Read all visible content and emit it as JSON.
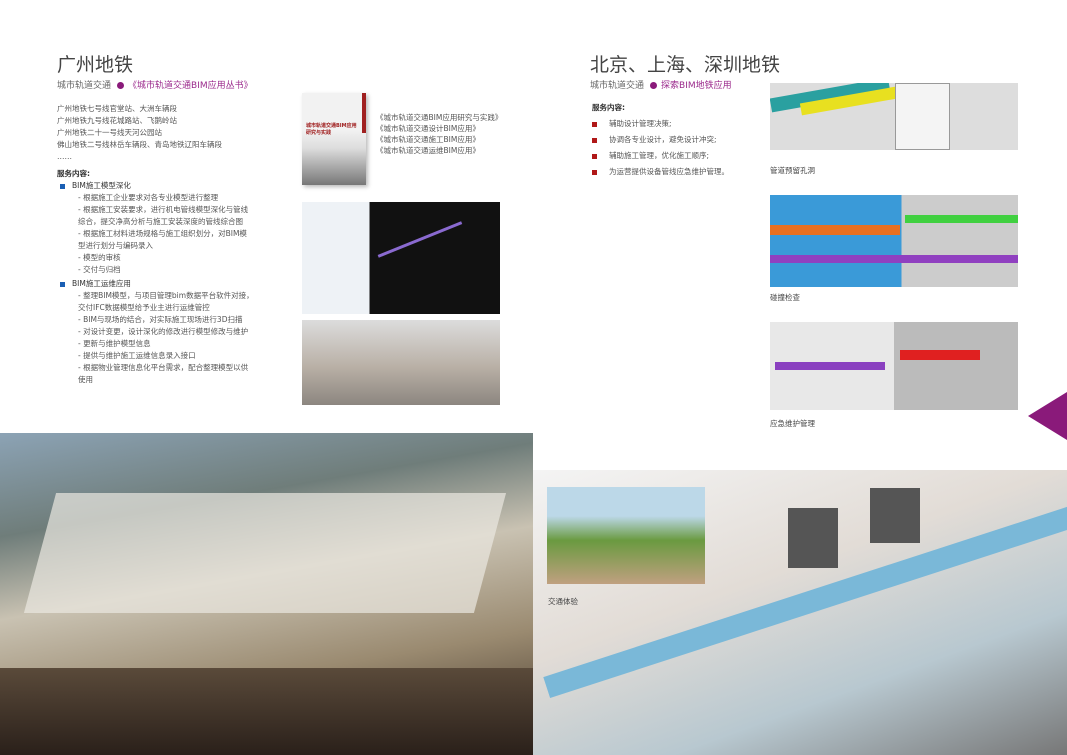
{
  "left": {
    "title": "广州地铁",
    "subtitle": "城市轨道交通",
    "subtitle_highlight": "《城市轨道交通BIM应用丛书》",
    "projects": [
      "广州地铁七号线官堂站、大洲车辆段",
      "广州地铁九号线花城路站、飞鹅岭站",
      "广州地铁二十一号线天河公园站",
      "佛山地铁二号线林岳车辆段、青岛地铁辽阳车辆段",
      "……"
    ],
    "services_label": "服务内容:",
    "sections": [
      {
        "heading": "BIM施工模型深化",
        "lines": [
          "- 根据施工企业要求对各专业模型进行整理",
          "- 根据施工安装要求，进行机电管线模型深化与管线",
          "综合，提交净高分析与施工安装深度的管线综合图",
          "- 根据施工材料进场规格与施工组织划分，对BIM模",
          "型进行划分与编码录入",
          "- 模型的审核",
          "- 交付与归档"
        ]
      },
      {
        "heading": "BIM施工运维应用",
        "lines": [
          "- 整理BIM模型，与项目管理bim数据平台软件对接，",
          "交付IFC数据模型给予业主进行运维管控",
          "- BIM与现场的结合，对实际施工现场进行3D扫描",
          "- 对设计变更，设计深化的修改进行模型修改与维护",
          "- 更新与维护模型信息",
          "- 提供与维护施工运维信息录入接口",
          "- 根据物业管理信息化平台需求，配合整理模型以供",
          "使用"
        ]
      }
    ],
    "book_cover_title": "城市轨道交通BIM应用 研究与实践",
    "books": [
      "《城市轨道交通BIM应用研究与实践》",
      "《城市轨道交通设计BIM应用》",
      "《城市轨道交通施工BIM应用》",
      "《城市轨道交通运维BIM应用》"
    ]
  },
  "right": {
    "title": "北京、上海、深圳地铁",
    "subtitle": "城市轨道交通",
    "subtitle_highlight": "探索BIM地铁应用",
    "services_label": "服务内容:",
    "services": [
      "辅助设计管理决策;",
      "协调各专业设计，避免设计冲突;",
      "辅助施工管理，优化施工顺序;",
      "为运营提供设备管线应急维护管理。"
    ],
    "captions": [
      "管道预留孔洞",
      "碰撞检查",
      "应急维护管理",
      "交通体验"
    ]
  },
  "colors": {
    "accent": "#8a1a7a",
    "left_bullet": "#1a5fb4",
    "right_bullet": "#b01818"
  }
}
